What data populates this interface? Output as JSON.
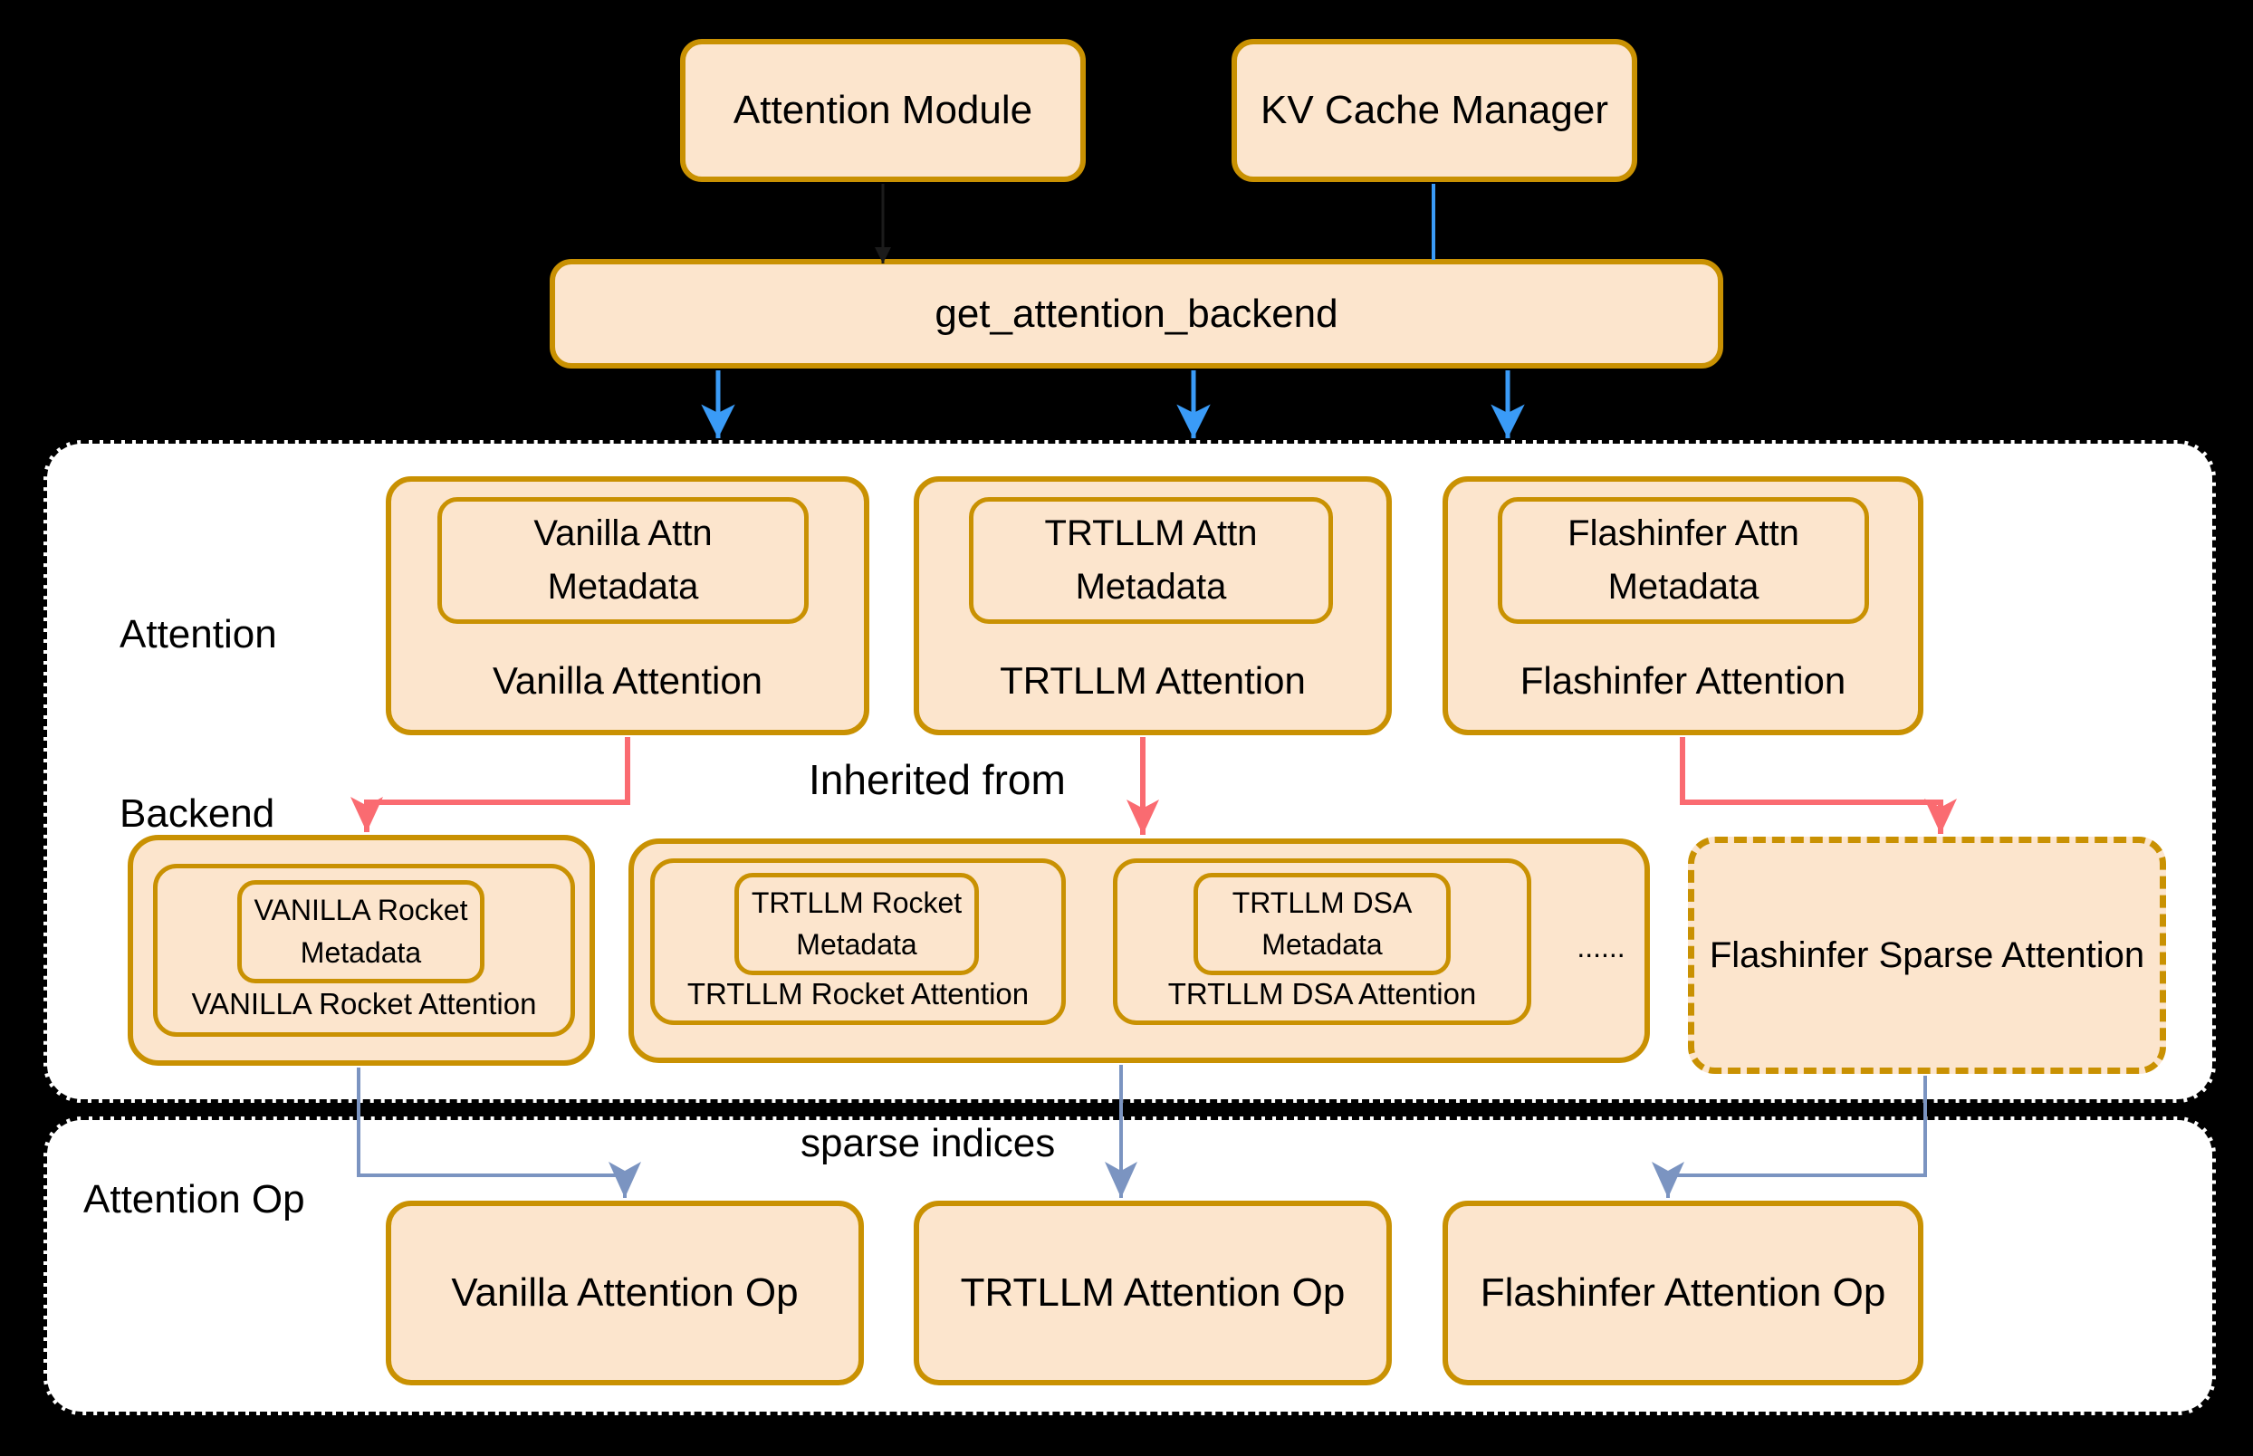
{
  "diagram": {
    "top": {
      "attention_module": "Attention Module",
      "kv_cache_manager": "KV Cache Manager",
      "get_attention_backend": "get_attention_backend"
    },
    "backend_panel": {
      "title_line1": "Attention",
      "title_line2": "Backend",
      "inherited_from_label": "Inherited from",
      "backends": [
        {
          "meta_line1": "Vanilla Attn",
          "meta_line2": "Metadata",
          "name": "Vanilla Attention"
        },
        {
          "meta_line1": "TRTLLM Attn",
          "meta_line2": "Metadata",
          "name": "TRTLLM Attention"
        },
        {
          "meta_line1": "Flashinfer Attn",
          "meta_line2": "Metadata",
          "name": "Flashinfer Attention"
        }
      ],
      "derived": {
        "vanilla_rocket": {
          "meta_line1": "VANILLA Rocket",
          "meta_line2": "Metadata",
          "name": "VANILLA Rocket Attention"
        },
        "trtllm_group": {
          "members": [
            {
              "meta_line1": "TRTLLM Rocket",
              "meta_line2": "Metadata",
              "name": "TRTLLM Rocket Attention"
            },
            {
              "meta_line1": "TRTLLM DSA",
              "meta_line2": "Metadata",
              "name": "TRTLLM DSA Attention"
            }
          ],
          "ellipsis": "......"
        },
        "flashinfer_sparse": {
          "name": "Flashinfer Sparse Attention"
        }
      }
    },
    "op_panel": {
      "title": "Attention Op",
      "sparse_indices_label": "sparse indices",
      "ops": [
        {
          "name": "Vanilla Attention Op"
        },
        {
          "name": "TRTLLM Attention Op"
        },
        {
          "name": "Flashinfer Attention Op"
        }
      ]
    },
    "colors": {
      "background": "#000000",
      "box_fill": "#fce5cd",
      "box_border": "#c99102",
      "panel_fill": "#ffffff",
      "panel_border": "#000000",
      "arrow_blue": "#3a9bf7",
      "arrow_red": "#fa6b71",
      "arrow_slate": "#7b94c1",
      "text": "#000000"
    }
  }
}
